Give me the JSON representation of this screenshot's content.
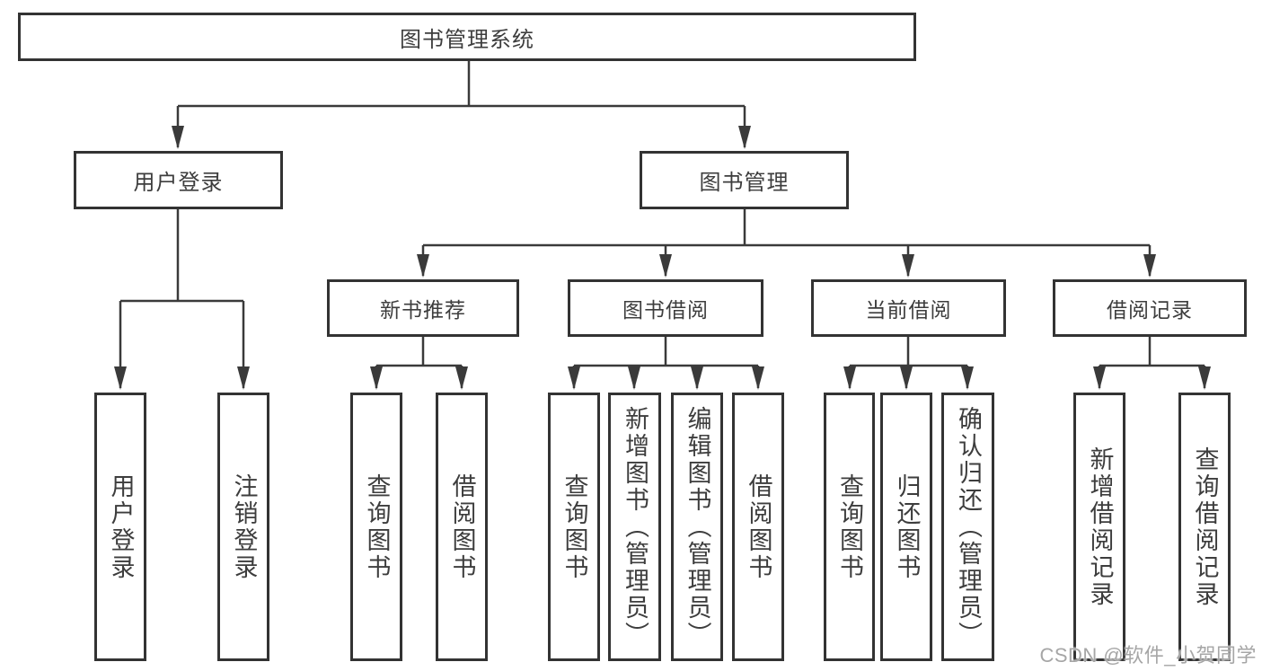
{
  "diagram": {
    "tree": {
      "root": {
        "label": "图书管理系统",
        "children": [
          {
            "label": "用户登录",
            "children": [
              {
                "label": "用户登录"
              },
              {
                "label": "注销登录"
              }
            ]
          },
          {
            "label": "图书管理",
            "children": [
              {
                "label": "新书推荐",
                "children": [
                  {
                    "label": "查询图书"
                  },
                  {
                    "label": "借阅图书"
                  }
                ]
              },
              {
                "label": "图书借阅",
                "children": [
                  {
                    "label": "查询图书"
                  },
                  {
                    "label": "新增图书（管理员）"
                  },
                  {
                    "label": "编辑图书（管理员）"
                  },
                  {
                    "label": "借阅图书"
                  }
                ]
              },
              {
                "label": "当前借阅",
                "children": [
                  {
                    "label": "查询图书"
                  },
                  {
                    "label": "归还图书"
                  },
                  {
                    "label": "确认归还（管理员）"
                  }
                ]
              },
              {
                "label": "借阅记录",
                "children": [
                  {
                    "label": "新增借阅记录"
                  },
                  {
                    "label": "查询借阅记录"
                  }
                ]
              }
            ]
          }
        ]
      }
    },
    "watermark": "CSDN @软件_小贺同学",
    "colors": {
      "line": "#3a3a3a",
      "box_border": "#333333",
      "box_fill": "#ffffff",
      "text": "#3d3d3d",
      "watermark": "#a6a6a6",
      "background": "#ffffff"
    }
  }
}
